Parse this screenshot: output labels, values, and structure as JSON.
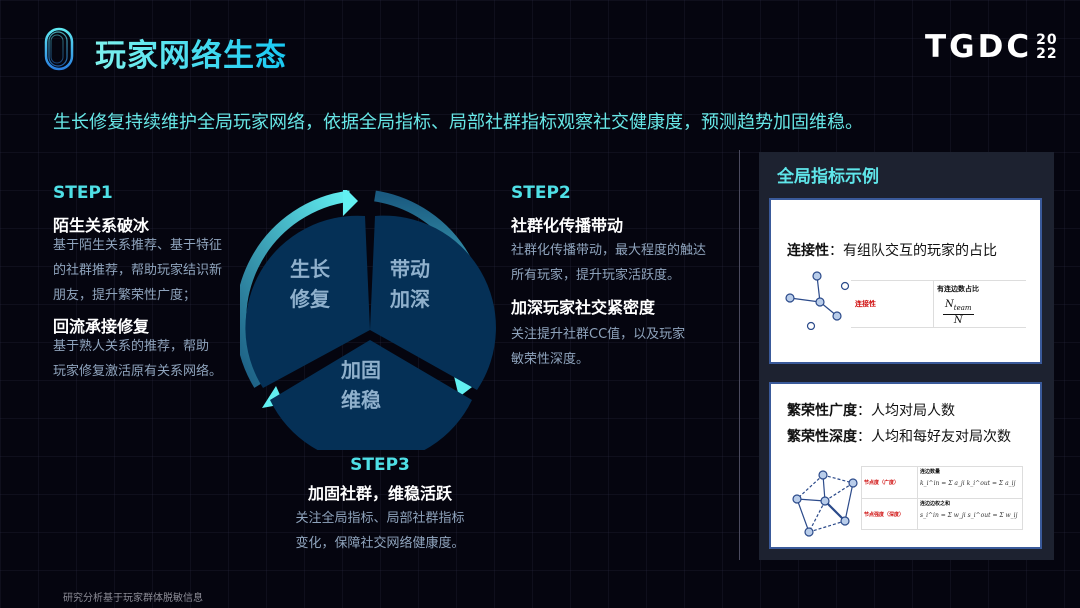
{
  "header": {
    "title": "玩家网络生态",
    "logo": {
      "text": "TGDC",
      "year_top": "20",
      "year_bottom": "22"
    }
  },
  "subtitle": "生长修复持续维护全局玩家网络，依据全局指标、局部社群指标观察社交健康度，预测趋势加固维稳。",
  "steps": [
    {
      "label": "STEP1",
      "items": [
        {
          "heading": "陌生关系破冰",
          "lines": [
            "基于陌生关系推荐、基于特征",
            "的社群推荐，帮助玩家结识新",
            "朋友，提升繁荣性广度；"
          ]
        },
        {
          "heading": "回流承接修复",
          "lines": [
            "基于熟人关系的推荐，帮助",
            "玩家修复激活原有关系网络。"
          ]
        }
      ]
    },
    {
      "label": "STEP2",
      "items": [
        {
          "heading": "社群化传播带动",
          "lines": [
            "社群化传播带动，最大程度的触达",
            "所有玩家，提升玩家活跃度。"
          ]
        },
        {
          "heading": "加深玩家社交紧密度",
          "lines": [
            "关注提升社群CC值，以及玩家",
            "敏荣性深度。"
          ]
        }
      ]
    },
    {
      "label": "STEP3",
      "items": [
        {
          "heading": "加固社群，维稳活跃",
          "lines": [
            "关注全局指标、局部社群指标",
            "变化，保障社交网络健康度。"
          ]
        }
      ]
    }
  ],
  "cycle": {
    "segments": [
      {
        "line1": "生长",
        "line2": "修复"
      },
      {
        "line1": "带动",
        "line2": "加深"
      },
      {
        "line1": "加固",
        "line2": "维稳"
      }
    ],
    "colors": {
      "fill": "#053056",
      "arrow_light": "#62f0f2",
      "arrow_dark": "#1a5a80"
    }
  },
  "panel": {
    "title": "全局指标示例",
    "card1": {
      "term": "连接性",
      "definition": "：有组队交互的玩家的占比",
      "table": {
        "row_label": "连接性",
        "col_header": "有连边数占比",
        "formula_num": "N",
        "formula_sub": "team",
        "formula_den": "N"
      }
    },
    "card2": {
      "line1_term": "繁荣性广度",
      "line1_def": "：人均对局人数",
      "line2_term": "繁荣性深度",
      "line2_def": "：人均和每好友对局次数",
      "table": {
        "rows": [
          {
            "label": "节点度（广度）",
            "header": "连边数量",
            "formula": "k_i^in = Σ a_ji    k_i^out = Σ a_ij"
          },
          {
            "label": "节点强度（深度）",
            "header": "连边边权之和",
            "formula": "s_i^in = Σ w_ji    s_i^out = Σ w_ij"
          }
        ]
      }
    }
  },
  "footer": "研究分析基于玩家群体脱敏信息"
}
